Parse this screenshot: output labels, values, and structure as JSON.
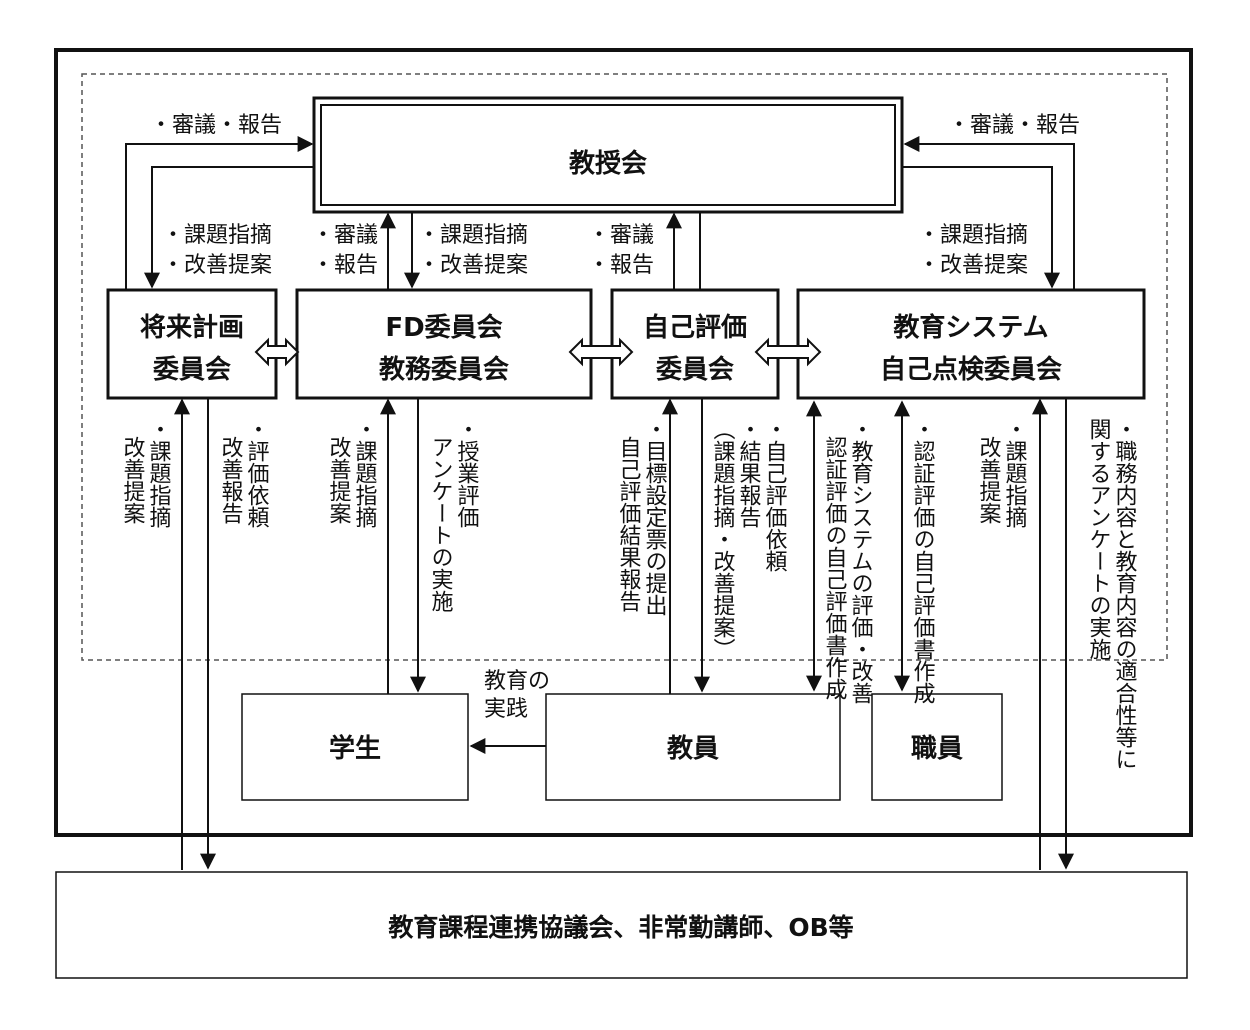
{
  "boxes": {
    "kyojukai": "教授会",
    "shorai_1": "将来計画",
    "shorai_2": "委員会",
    "fd_1": "FD委員会",
    "fd_2": "教務委員会",
    "jiko_1": "自己評価",
    "jiko_2": "委員会",
    "kyoiku_1": "教育システム",
    "kyoiku_2": "自己点検委員会",
    "gakusei": "学生",
    "kyoin": "教員",
    "shokuin": "職員",
    "external": "教育課程連携協議会、非常勤講師、OB等"
  },
  "labels": {
    "shingi_left": "・審議・報告",
    "shingi_right": "・審議・報告",
    "kadai_left_1": "・課題指摘",
    "kadai_left_2": "・改善提案",
    "shingi_fd_1": "・審議",
    "shingi_fd_2": "・報告",
    "kadai_fd_1": "・課題指摘",
    "kadai_fd_2": "・改善提案",
    "shingi_jiko_1": "・審議",
    "shingi_jiko_2": "・報告",
    "kadai_right_1": "・課題指摘",
    "kadai_right_2": "・改善提案",
    "v_shorai_a1": "・課題指摘",
    "v_shorai_a2": "改善提案",
    "v_shorai_b1": "・評価依頼",
    "v_shorai_b2": "改善報告",
    "v_fd_a1": "・課題指摘",
    "v_fd_a2": "改善提案",
    "v_fd_b1": "・授業評価",
    "v_fd_b2": "アンケートの実施",
    "v_jiko_a1": "・目標設定票の提出",
    "v_jiko_a2": "自己評価結果報告",
    "v_jiko_b1": "・自己評価依頼",
    "v_jiko_b2": "・結果報告",
    "v_jiko_b3": "（課題指摘・改善提案）",
    "v_sys_a1": "・教育システムの評価・改善",
    "v_sys_a2": "認証評価の自己評価書作成",
    "v_sys_b1": "・認証評価の自己評価書作成",
    "v_sys_c1": "・課題指摘",
    "v_sys_c2": "改善提案",
    "v_sys_d1": "・職務内容と教育内容の適合性等に",
    "v_sys_d2": "関するアンケートの実施",
    "kyoiku_jissen_1": "教育の",
    "kyoiku_jissen_2": "実践"
  }
}
